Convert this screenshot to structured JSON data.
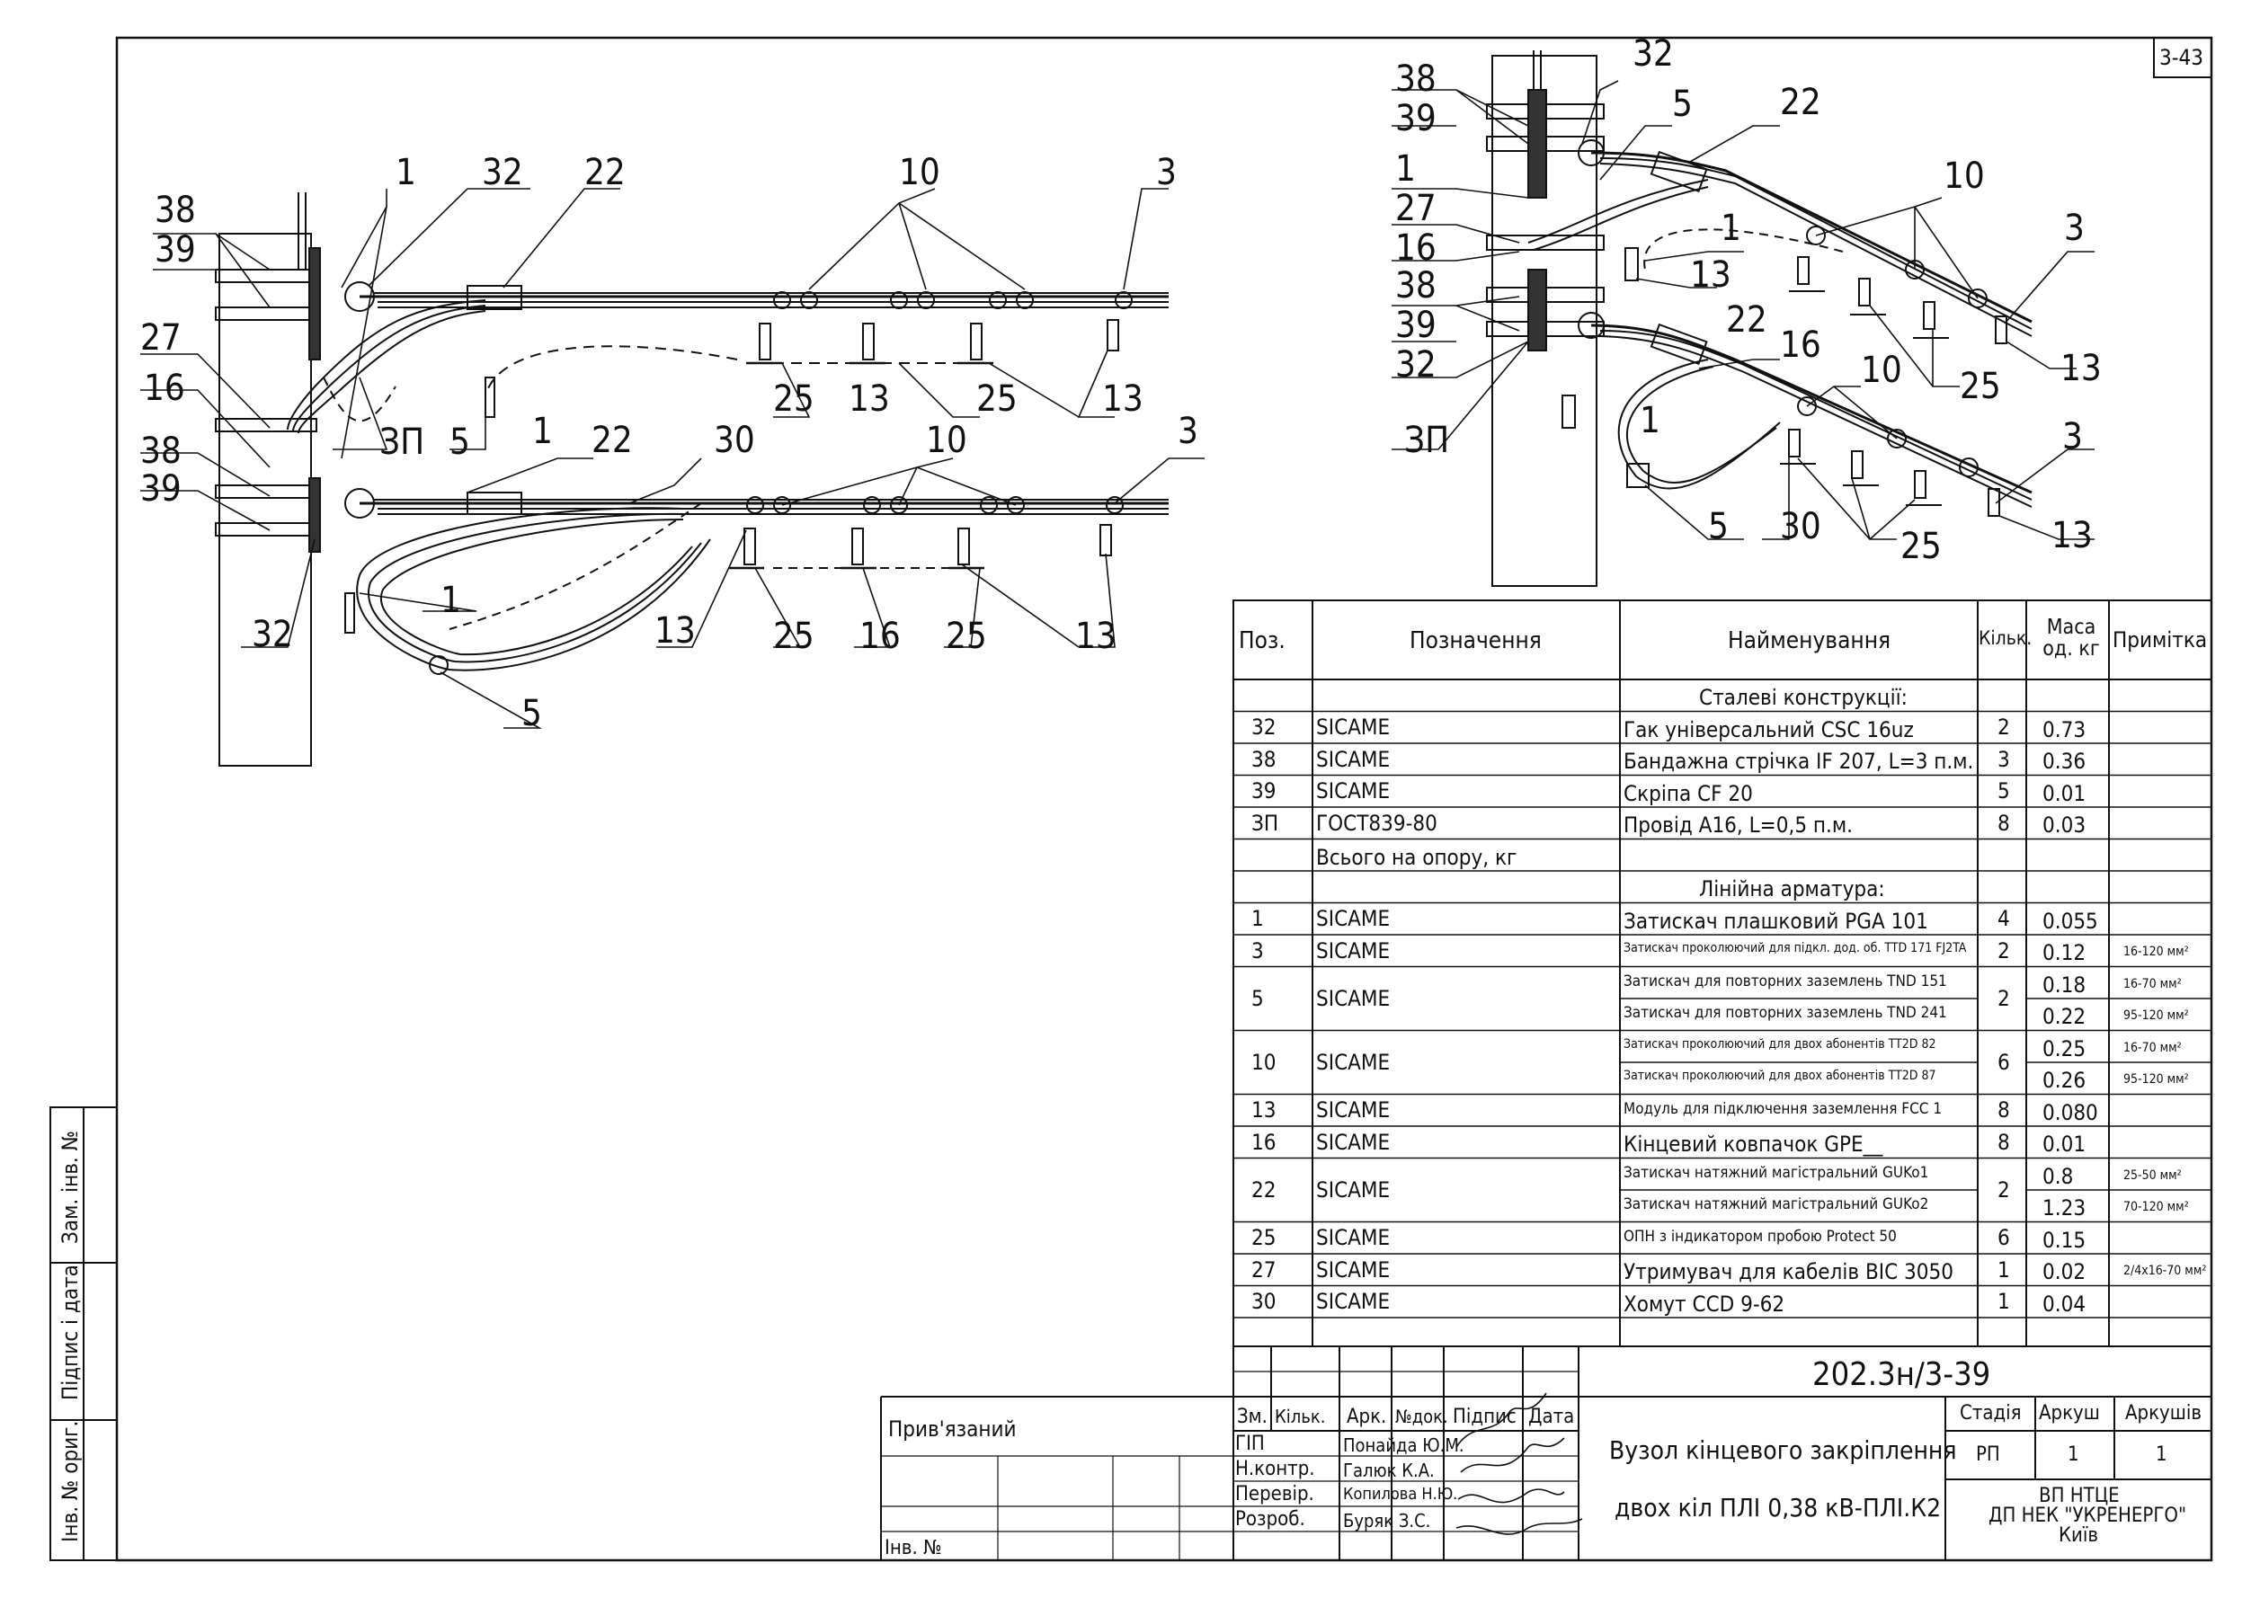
{
  "sheet_code": "3-43",
  "left_diagram": {
    "labels": [
      "38",
      "39",
      "1",
      "32",
      "22",
      "10",
      "3",
      "27",
      "16",
      "ЗП",
      "5",
      "1",
      "38",
      "39",
      "22",
      "30",
      "10",
      "3",
      "32",
      "1",
      "13",
      "25",
      "16",
      "25",
      "13",
      "5",
      "25",
      "13",
      "25",
      "13"
    ]
  },
  "right_diagram": {
    "labels": [
      "38",
      "39",
      "1",
      "27",
      "16",
      "38",
      "39",
      "32",
      "ЗП",
      "32",
      "5",
      "22",
      "10",
      "1",
      "13",
      "22",
      "16",
      "3",
      "25",
      "13",
      "10",
      "1",
      "5",
      "30",
      "25",
      "3",
      "13"
    ]
  },
  "spec_table": {
    "headers": [
      "Поз.",
      "Позначення",
      "Найменування",
      "Кільк.",
      "Маса од. кг",
      "Примітка"
    ],
    "section_steel": "Сталеві конструкції:",
    "section_line": "Лінійна арматура:",
    "rows_steel": [
      {
        "pos": "32",
        "des": "SICAME",
        "name": "Гак універсальний CSC 16uz",
        "qty": "2",
        "mass": "0.73",
        "note": ""
      },
      {
        "pos": "38",
        "des": "SICAME",
        "name": "Бандажна стрічка IF 207, L=3 п.м.",
        "qty": "3",
        "mass": "0.36",
        "note": ""
      },
      {
        "pos": "39",
        "des": "SICAME",
        "name": "Скріпа CF 20",
        "qty": "5",
        "mass": "0.01",
        "note": ""
      },
      {
        "pos": "ЗП",
        "des": "ГОСТ839-80",
        "name": "Провід А16, L=0,5 п.м.",
        "qty": "8",
        "mass": "0.03",
        "note": ""
      }
    ],
    "total_row": "Всього на опору, кг",
    "rows_line": [
      {
        "pos": "1",
        "des": "SICAME",
        "name": "Затискач плашковий PGA 101",
        "qty": "4",
        "mass": "0.055",
        "note": ""
      },
      {
        "pos": "3",
        "des": "SICAME",
        "name": "Затискач проколюючий для підкл. дод. об. TTD 171 FJ2TA",
        "qty": "2",
        "mass": "0.12",
        "note": "16-120 мм²"
      },
      {
        "pos": "5",
        "des": "SICAME",
        "name": "Затискач для повторних заземлень TND 151",
        "name2": "Затискач для повторних заземлень TND 241",
        "qty": "2",
        "mass": "0.18",
        "mass2": "0.22",
        "note": "16-70 мм²",
        "note2": "95-120 мм²"
      },
      {
        "pos": "10",
        "des": "SICAME",
        "name": "Затискач проколюючий для двох абонентів TT2D 82",
        "name2": "Затискач проколюючий для двох абонентів TT2D 87",
        "qty": "6",
        "mass": "0.25",
        "mass2": "0.26",
        "note": "16-70 мм²",
        "note2": "95-120 мм²"
      },
      {
        "pos": "13",
        "des": "SICAME",
        "name": "Модуль для підключення заземлення FCC 1",
        "qty": "8",
        "mass": "0.080",
        "note": ""
      },
      {
        "pos": "16",
        "des": "SICAME",
        "name": "Кінцевий ковпачок GPE__",
        "qty": "8",
        "mass": "0.01",
        "note": ""
      },
      {
        "pos": "22",
        "des": "SICAME",
        "name": "Затискач натяжний магістральний GUKo1",
        "name2": "Затискач натяжний магістральний GUKo2",
        "qty": "2",
        "mass": "0.8",
        "mass2": "1.23",
        "note": "25-50 мм²",
        "note2": "70-120 мм²"
      },
      {
        "pos": "25",
        "des": "SICAME",
        "name": "ОПН з індикатором пробою Protect 50",
        "qty": "6",
        "mass": "0.15",
        "note": ""
      },
      {
        "pos": "27",
        "des": "SICAME",
        "name": "Утримувач для кабелів BIC 3050",
        "qty": "1",
        "mass": "0.02",
        "note": "2/4x16-70 мм²"
      },
      {
        "pos": "30",
        "des": "SICAME",
        "name": "Хомут CCD 9-62",
        "qty": "1",
        "mass": "0.04",
        "note": ""
      }
    ]
  },
  "title_block": {
    "doc_code": "202.3н/3-39",
    "title_line1": "Вузол кінцевого закріплення",
    "title_line2": "двох кіл ПЛІ 0,38 кВ-ПЛІ.К2",
    "stage_header": "Стадія",
    "sheet_header": "Аркуш",
    "sheets_header": "Аркушів",
    "stage": "РП",
    "sheet": "1",
    "sheets": "1",
    "org_line1": "ВП НТЦЕ",
    "org_line2": "ДП НЕК \"УКРЕНЕРГО\"",
    "org_line3": "Київ",
    "col_headers": [
      "Зм.",
      "Кільк.",
      "Арк.",
      "№док.",
      "Підпис",
      "Дата"
    ],
    "roles": [
      "ГІП",
      "Н.контр.",
      "Перевір.",
      "Розроб."
    ],
    "names": [
      "Понайда Ю.М.",
      "Галюк К.А.",
      "Копилова Н.Ю.",
      "Буряк З.С."
    ],
    "bound": "Прив'язаний",
    "inv_no": "Інв. №"
  },
  "side_stamp": [
    "Інв. № ориг.",
    "Підпис і дата",
    "Зам. інв. №"
  ]
}
